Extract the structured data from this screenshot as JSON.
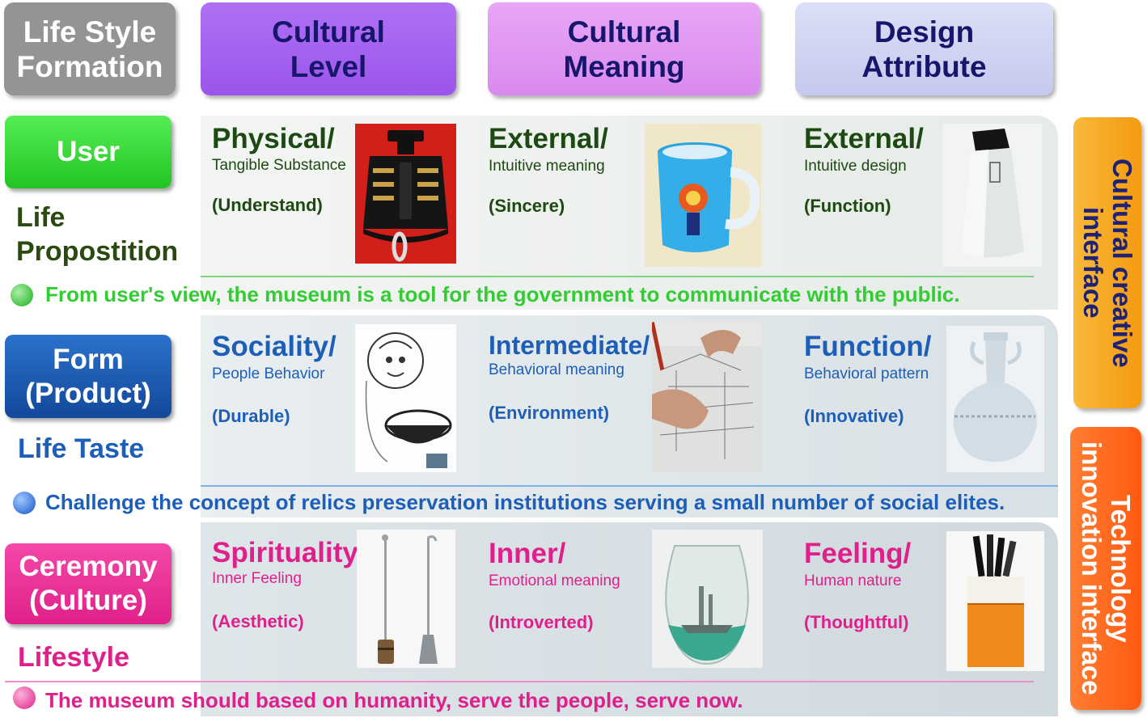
{
  "headers": [
    {
      "label": "Life Style\nFormation",
      "bg": "#949494",
      "color": "#ffffff"
    },
    {
      "label": "Cultural\nLevel",
      "bg": "#a75ff0",
      "color": "#17166d"
    },
    {
      "label": "Cultural\nMeaning",
      "bg": "#e096f2",
      "color": "#17166d"
    },
    {
      "label": "Design\nAttribute",
      "bg": "#cfd1f0",
      "color": "#17166d"
    }
  ],
  "rows": [
    {
      "pill": "User",
      "pill_color": "#3bd83b",
      "subtitle": "Life\n Propostition",
      "subtitle_color": "#2a4a12",
      "text_color": "#1d4a12",
      "cells": [
        {
          "title": "Physical/",
          "desc": "Tangible Substance",
          "value": "(Understand)",
          "image": "bell-image"
        },
        {
          "title": "External/",
          "desc": "Intuitive meaning",
          "value": "(Sincere)",
          "image": "mug-image"
        },
        {
          "title": "External/",
          "desc": "Intuitive design",
          "value": "(Function)",
          "image": "bottle-image"
        }
      ],
      "band": "From user's view, the museum is a tool for the government to communicate with the public.",
      "band_color": "#33cc33"
    },
    {
      "pill": "Form\n(Product)",
      "pill_color": "#1d5fb8",
      "subtitle": "Life Taste",
      "subtitle_color": "#1d5fb8",
      "text_color": "#1d5fb8",
      "cells": [
        {
          "title": "Sociality/",
          "desc": "People Behavior",
          "value": "(Durable)",
          "image": "sketch-image"
        },
        {
          "title": "Intermediate/",
          "desc": "Behavioral meaning",
          "value": "(Environment)",
          "image": "drawing-image"
        },
        {
          "title": "Function/",
          "desc": "Behavioral pattern",
          "value": "(Innovative)",
          "image": "vase-image"
        }
      ],
      "band": "Challenge the concept of relics preservation institutions serving a small number of social elites.",
      "band_color": "#1d5fb8"
    },
    {
      "pill": "Ceremony\n(Culture)",
      "pill_color": "#ee2a96",
      "subtitle": "Lifestyle",
      "subtitle_color": "#e0208a",
      "text_color": "#e0208a",
      "cells": [
        {
          "title": "Spirituality/",
          "desc": "Inner Feeling",
          "value": "(Aesthetic)",
          "image": "rods-image"
        },
        {
          "title": "Inner/",
          "desc": "Emotional meaning",
          "value": "(Introverted)",
          "image": "glass-image"
        },
        {
          "title": "Feeling/",
          "desc": "Human nature",
          "value": "(Thoughtful)",
          "image": "holder-image"
        }
      ],
      "band": "The museum should based on humanity, serve the people, serve now.",
      "band_color": "#e0208a"
    }
  ],
  "side_labels": [
    {
      "label": "Cultural creative\ninterface",
      "bg": "#f7a91b",
      "color": "#1e2270"
    },
    {
      "label": "Technology\ninnovation interface",
      "bg": "#ff6a1a",
      "color": "#ffffff"
    }
  ]
}
